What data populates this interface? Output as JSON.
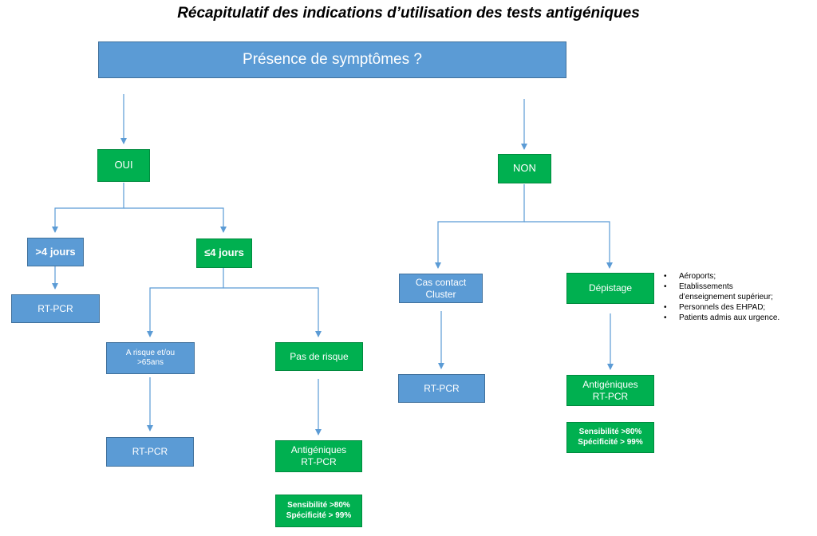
{
  "title": "Récapitulatif des indications d’utilisation des tests antigéniques",
  "nodes": {
    "question": "Présence de symptômes ?",
    "oui": "OUI",
    "non": "NON",
    "over4": ">4 jours",
    "under4": "≤4 jours",
    "rtpcr1": "RT-PCR",
    "risk_l1": "A risque et/ou",
    "risk_l2": ">65ans",
    "norisk": "Pas de risque",
    "rtpcr2": "RT-PCR",
    "antigen1_l1": "Antigéniques",
    "antigen1_l2": "RT-PCR",
    "stats1_l1": "Sensibilité >80%",
    "stats1_l2": "Spécificité > 99%",
    "contact_l1": "Cas contact",
    "contact_l2": "Cluster",
    "depistage": "Dépistage",
    "rtpcr3": "RT-PCR",
    "antigen2_l1": "Antigéniques",
    "antigen2_l2": "RT-PCR",
    "stats2_l1": "Sensibilité >80%",
    "stats2_l2": "Spécificité > 99%"
  },
  "depistage_list": [
    "Aéroports;",
    "Etablissements",
    "d’enseignement supérieur;",
    "Personnels des EHPAD;",
    "Patients admis aux urgence."
  ],
  "colors": {
    "blue_box": "#5b9bd5",
    "green_box": "#00b050",
    "connector": "#5b9bd5"
  }
}
